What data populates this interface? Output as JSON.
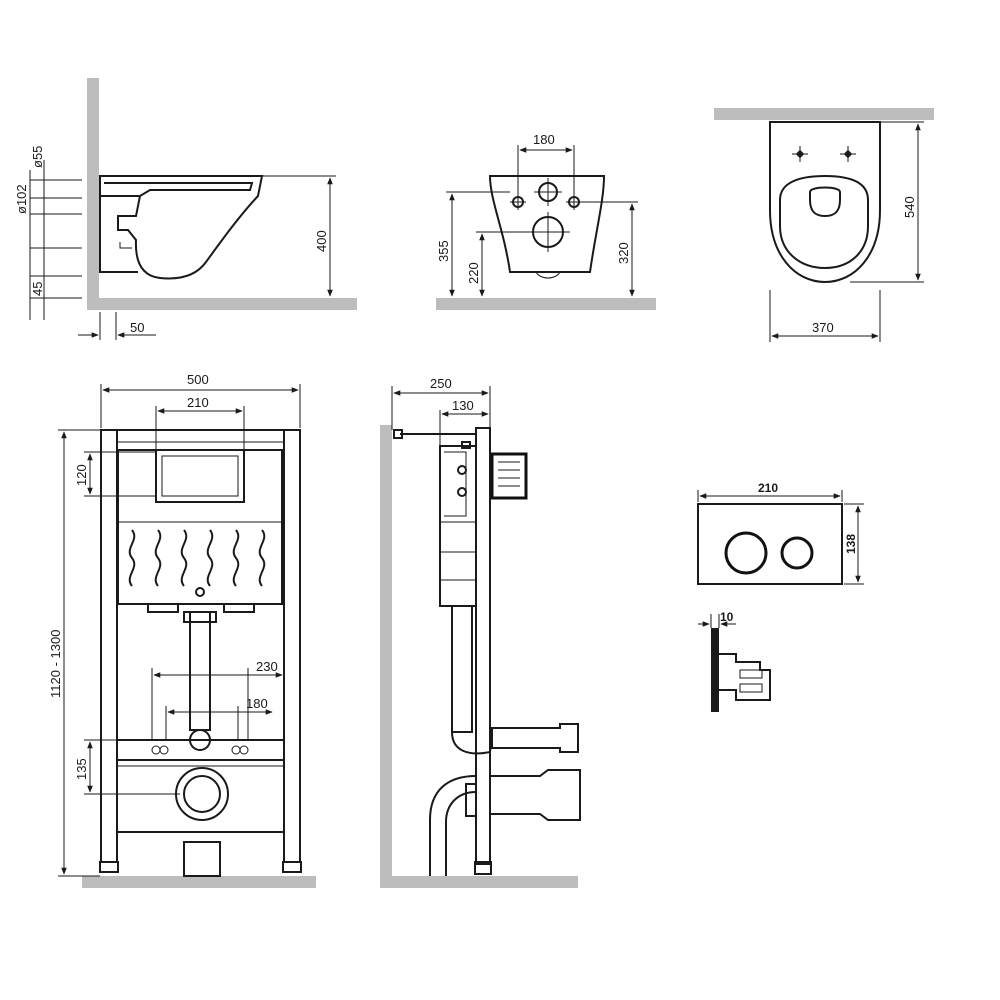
{
  "side_view": {
    "dim_d55": "ø55",
    "dim_d102": "ø102",
    "dim_45": "45",
    "dim_400": "400",
    "dim_50": "50"
  },
  "front_view": {
    "dim_180": "180",
    "dim_355": "355",
    "dim_220": "220",
    "dim_320": "320"
  },
  "top_view": {
    "dim_540": "540",
    "dim_370": "370"
  },
  "frame_front": {
    "dim_500": "500",
    "dim_210": "210",
    "dim_120": "120",
    "dim_height": "1120 - 1300",
    "dim_230": "230",
    "dim_180": "180",
    "dim_135": "135"
  },
  "frame_side": {
    "dim_250": "250",
    "dim_130": "130"
  },
  "flush_plate": {
    "dim_210": "210",
    "dim_138": "138",
    "dim_10": "10"
  }
}
